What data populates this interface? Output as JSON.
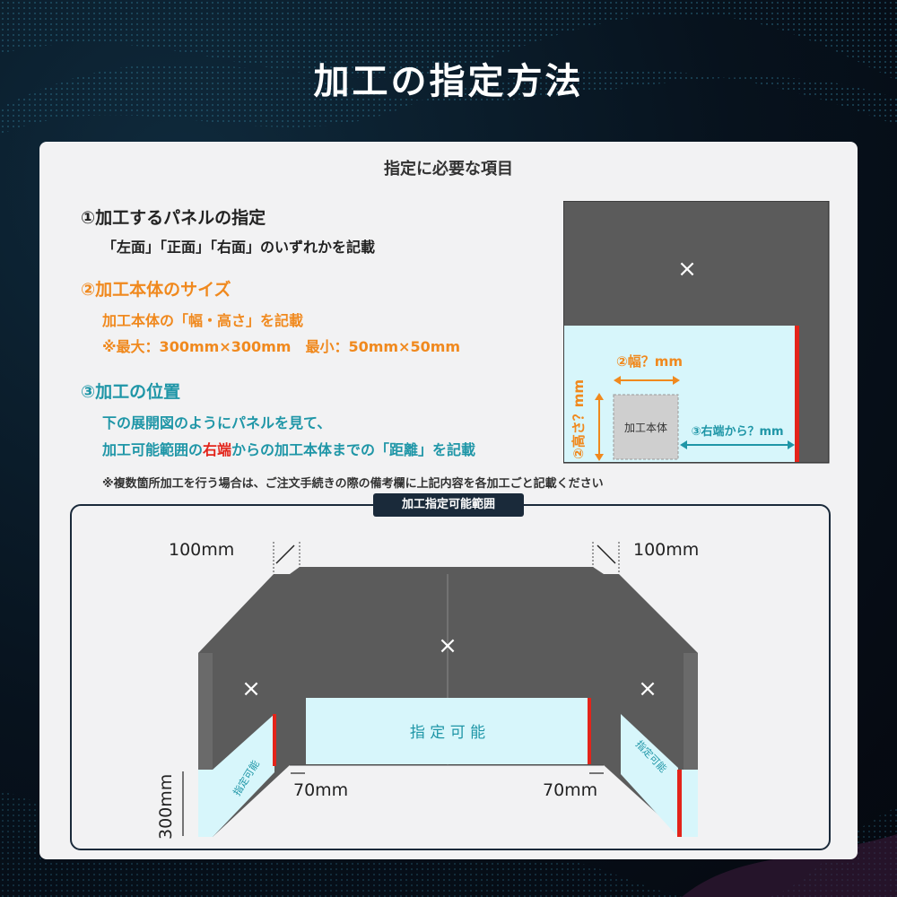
{
  "page": {
    "title": "加工の指定方法"
  },
  "card": {
    "subtitle": "指定に必要な項目",
    "item1": {
      "title": "①加工するパネルの指定",
      "text": "「左面」「正面」「右面」のいずれかを記載"
    },
    "item2": {
      "title": "②加工本体のサイズ",
      "text1": "加工本体の「幅・高さ」を記載",
      "text2": "※最大：300mm×300mm　最小：50mm×50mm"
    },
    "item3": {
      "title": "③加工の位置",
      "text1": "下の展開図のようにパネルを見て、",
      "text2_a": "加工可能範囲の",
      "text2_red": "右端",
      "text2_b": "からの加工本体までの「距離」を記載"
    },
    "note": "※複数箇所加工を行う場合は、ご注文手続きの際の備考欄に上記内容を各加工ごと記載ください"
  },
  "example": {
    "x_mark": "×",
    "width_label": "②幅？mm",
    "height_label": "②高さ？mm",
    "body_label": "加工本体",
    "distance_label": "③右端から？mm"
  },
  "range": {
    "label": "加工指定可能範囲",
    "top_left_dim": "100mm",
    "top_right_dim": "100mm",
    "bottom_left_dim": "70mm",
    "bottom_right_dim": "70mm",
    "height_dim": "300mm",
    "front_area": "指 定 可 能",
    "side_area_left": "指定可能",
    "side_area_right": "指定可能",
    "x_mark": "×"
  },
  "colors": {
    "orange": "#f0891e",
    "teal": "#1f96a7",
    "red": "#e3241a",
    "panel": "#5b5b5b",
    "area": "#d7f6fb"
  }
}
